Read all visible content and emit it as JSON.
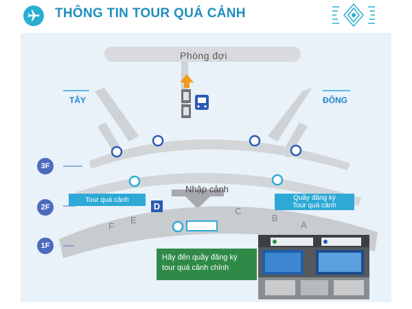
{
  "header": {
    "title": "THÔNG TIN TOUR QUÁ CẢNH",
    "icon": "airplane-icon"
  },
  "map": {
    "lounge_label": "Phòng đợi",
    "west_label": "TÂY",
    "east_label": "ĐÔNG",
    "floors": [
      "3F",
      "2F",
      "1F"
    ],
    "transit_tour_label": "Tour quá cảnh",
    "registration_label_line1": "Quầy đăng ký",
    "registration_label_line2": "Tour quá cảnh",
    "immigration_label": "Nhập cảnh",
    "zones": [
      "F",
      "E",
      "D",
      "C",
      "B",
      "A"
    ],
    "note": "Hãy đến quầy đăng ký tour quá cảnh chính",
    "colors": {
      "accent": "#2aaed0",
      "title": "#1f8fbe",
      "floor_badge": "#4d6bbd",
      "note_bg": "#2f8a48",
      "zone_d": "#2a5bb0",
      "tag_bg": "#2ea9d6"
    }
  }
}
